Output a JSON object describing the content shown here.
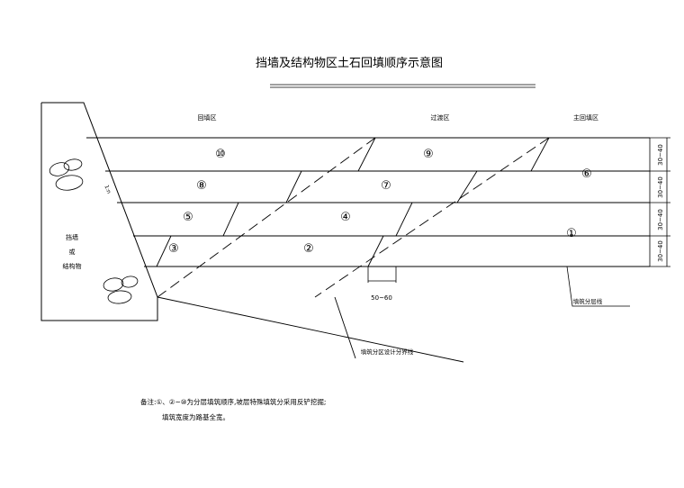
{
  "title": "挡墙及结构物区土石回填顺序示意图",
  "zones": {
    "backfill": "回填区",
    "transition": "过渡区",
    "main": "主回填区"
  },
  "wall_label": [
    "挡墙",
    "或",
    "结构物"
  ],
  "slope_label": "1:n",
  "layer_numbers": [
    "⑩",
    "⑨",
    "⑧",
    "⑦",
    "⑥",
    "⑤",
    "④",
    "③",
    "②",
    "①"
  ],
  "layer_thickness": "30~40",
  "step_width": "50~60",
  "callouts": {
    "fill_layer_line": "填筑分层线",
    "zone_boundary_line": "填筑分区设计分界线"
  },
  "notes": {
    "line1": "备注:①、②~⑩为分层填筑顺序,坡层特殊填筑分采用反铲挖掘;",
    "line2": "填筑宽度为路基全宽。"
  }
}
